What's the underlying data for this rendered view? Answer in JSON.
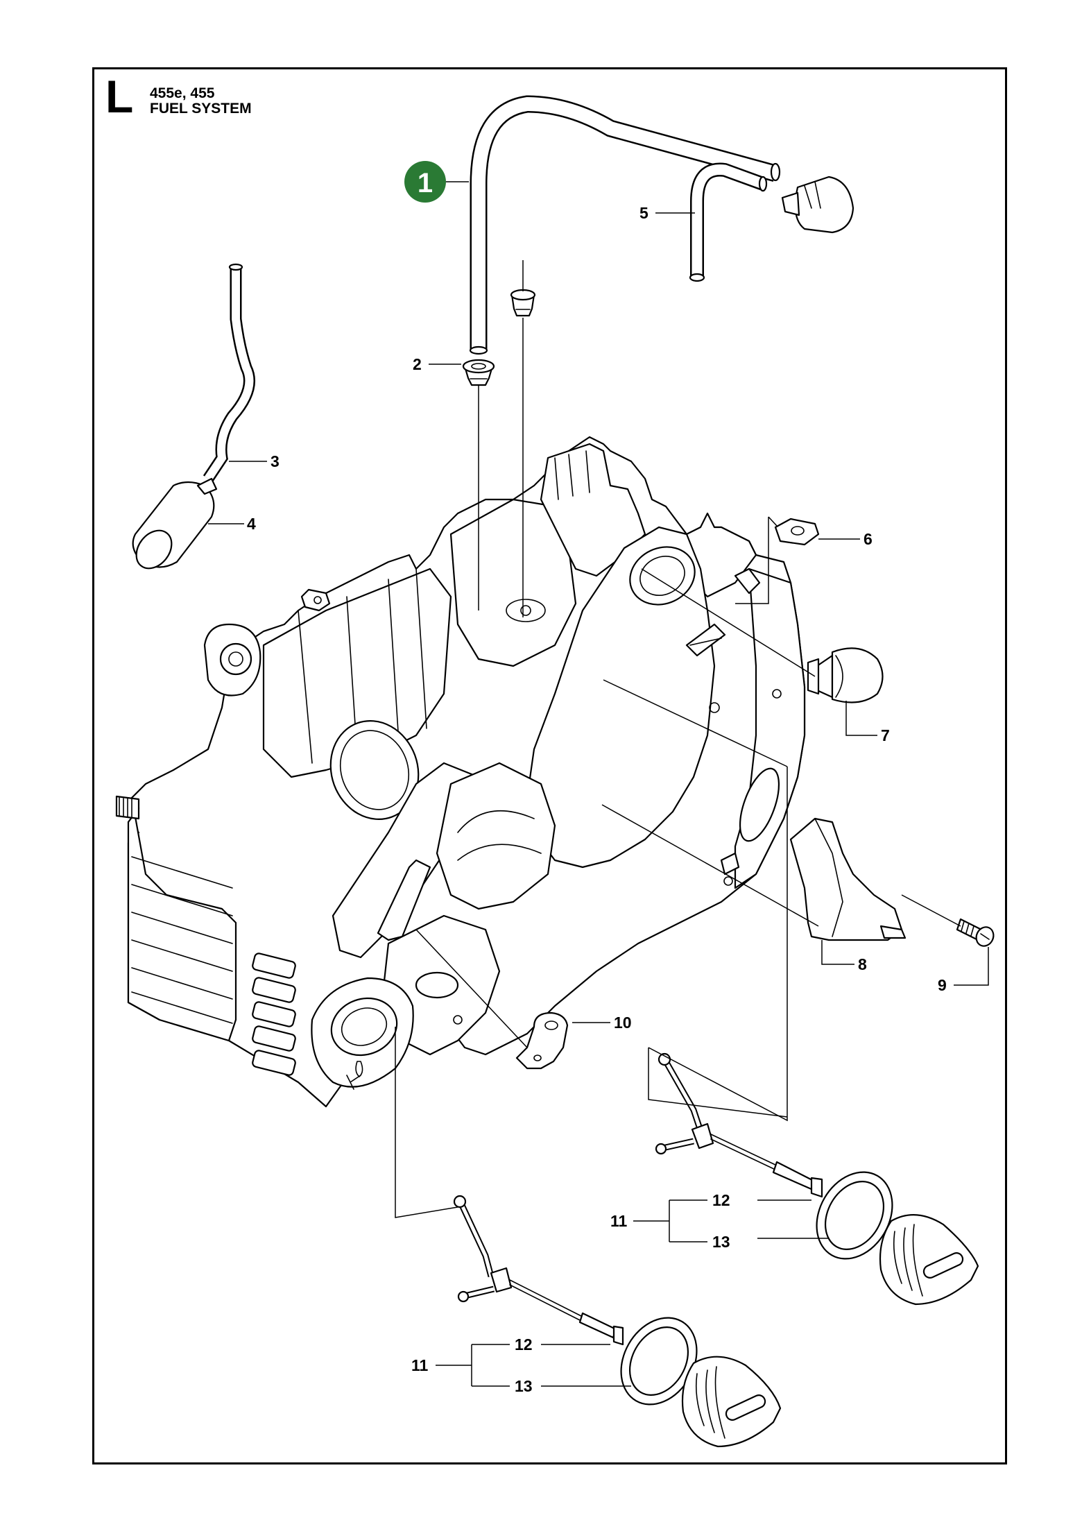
{
  "header": {
    "section_letter": "L",
    "model_line": "455e, 455",
    "title_line": "FUEL SYSTEM"
  },
  "badge": {
    "label": "1",
    "color": "#2a7a34"
  },
  "callouts": {
    "c2": "2",
    "c3": "3",
    "c4": "4",
    "c5": "5",
    "c6": "6",
    "c7": "7",
    "c8": "8",
    "c9": "9",
    "c10": "10",
    "c11a": "11",
    "c12a": "12",
    "c13a": "13",
    "c11b": "11",
    "c12b": "12",
    "c13b": "13"
  }
}
